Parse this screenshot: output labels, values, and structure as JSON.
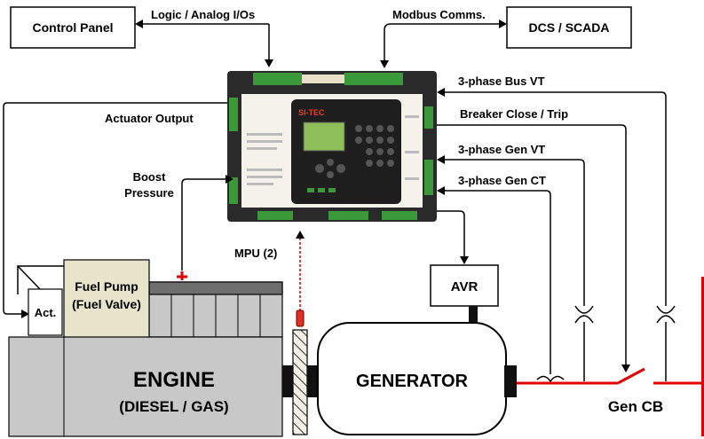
{
  "boxes": {
    "control_panel": "Control Panel",
    "dcs_scada": "DCS / SCADA",
    "avr": "AVR",
    "actuator": "Act.",
    "fuel_pump_line1": "Fuel Pump",
    "fuel_pump_line2": "(Fuel Valve)",
    "engine_line1": "ENGINE",
    "engine_line2": "(DIESEL / GAS)",
    "generator": "GENERATOR",
    "gen_cb": "Gen CB"
  },
  "signals": {
    "logic_io": "Logic / Analog I/Os",
    "modbus": "Modbus Comms.",
    "actuator_output": "Actuator Output",
    "boost_line1": "Boost",
    "boost_line2": "Pressure",
    "mpu": "MPU (2)",
    "bus_vt": "3-phase Bus VT",
    "breaker": "Breaker Close / Trip",
    "gen_vt": "3-phase Gen VT",
    "gen_ct": "3-phase Gen CT"
  },
  "controller": {
    "brand": "SI-TEC"
  },
  "colors": {
    "breaker_line": "#e00000",
    "engine_fill": "#c8c8c8",
    "fuel_pump_fill": "#e8e4cc",
    "controller_body": "#2a2a2a",
    "terminal_green": "#3a9a3a",
    "lcd": "#8fbf5a"
  }
}
